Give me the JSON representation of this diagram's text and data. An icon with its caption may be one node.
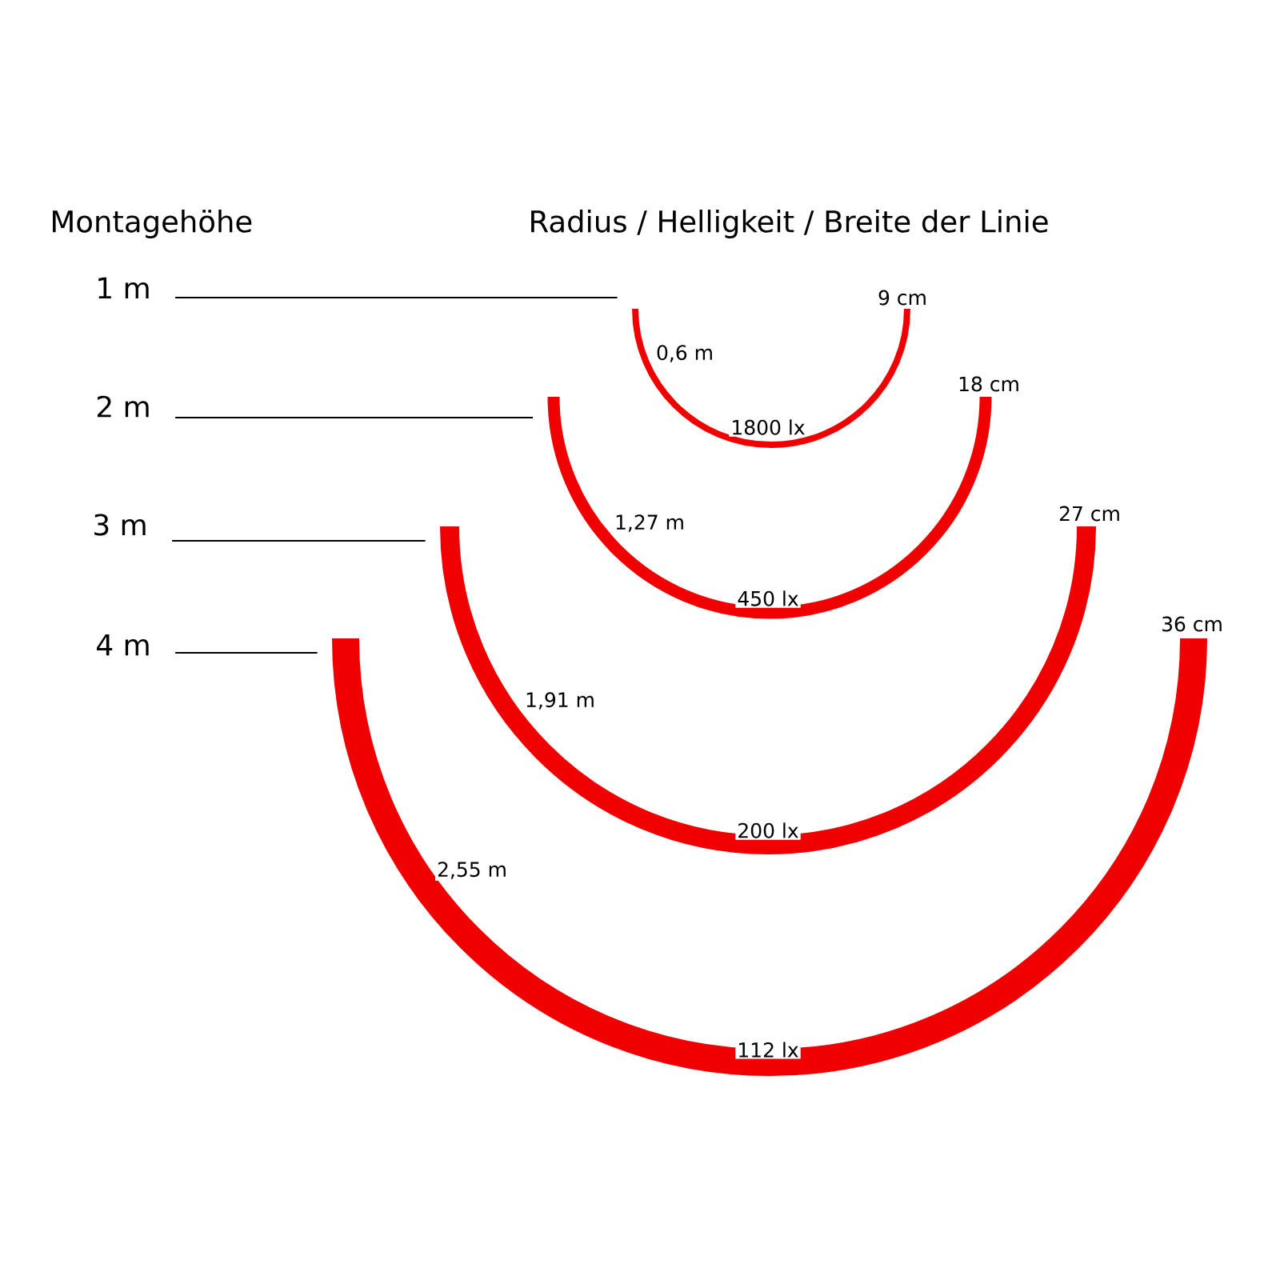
{
  "diagram": {
    "nodes": [
      {
        "text": [
          "1 m"
        ]
      },
      {
        "text": [
          "2 m"
        ]
      },
      {
        "text": [
          "3 m"
        ]
      },
      {
        "text": [
          "4 m"
        ]
      },
      {
        "text": [],
        "shape": "arc"
      },
      {
        "text": [],
        "shape": "arc"
      },
      {
        "text": [],
        "shape": "arc"
      },
      {
        "text": [],
        "shape": "arc"
      }
    ],
    "edges": [
      {
        "from": 0,
        "to": 4,
        "arrow": "none"
      },
      {
        "from": 1,
        "to": 5,
        "arrow": "none"
      },
      {
        "from": 2,
        "to": 6,
        "arrow": "none"
      },
      {
        "from": 3,
        "to": 7,
        "arrow": "none"
      }
    ],
    "labels": [
      "Montagehöhe",
      "Radius / Helligkeit / Breite der Linie",
      "9 cm",
      "0,6 m",
      "18 cm",
      "1800 lx",
      "27 cm",
      "1,27 m",
      "450 lx",
      "36 cm",
      "1,91 m",
      "200 lx",
      "2,55 m",
      "112 lx"
    ]
  }
}
